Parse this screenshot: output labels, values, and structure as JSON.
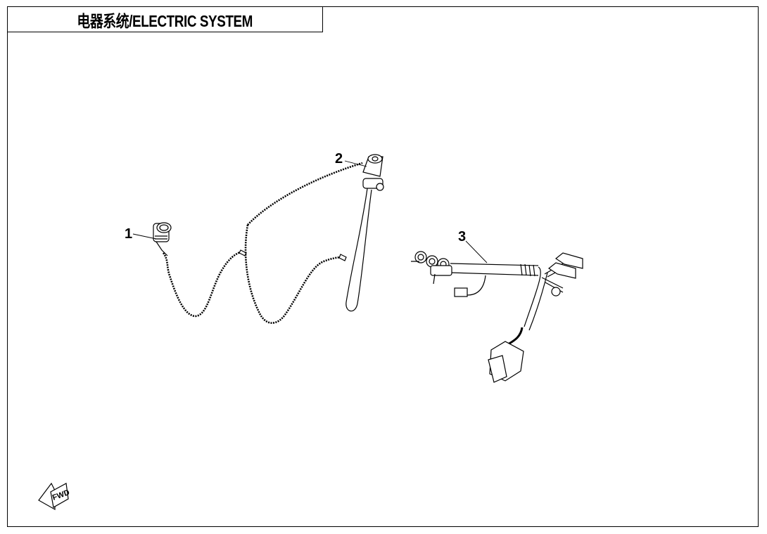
{
  "title": "电器系统/ELECTRIC SYSTEM",
  "callouts": [
    "1",
    "2",
    "3"
  ],
  "fwd_label": "FWD"
}
